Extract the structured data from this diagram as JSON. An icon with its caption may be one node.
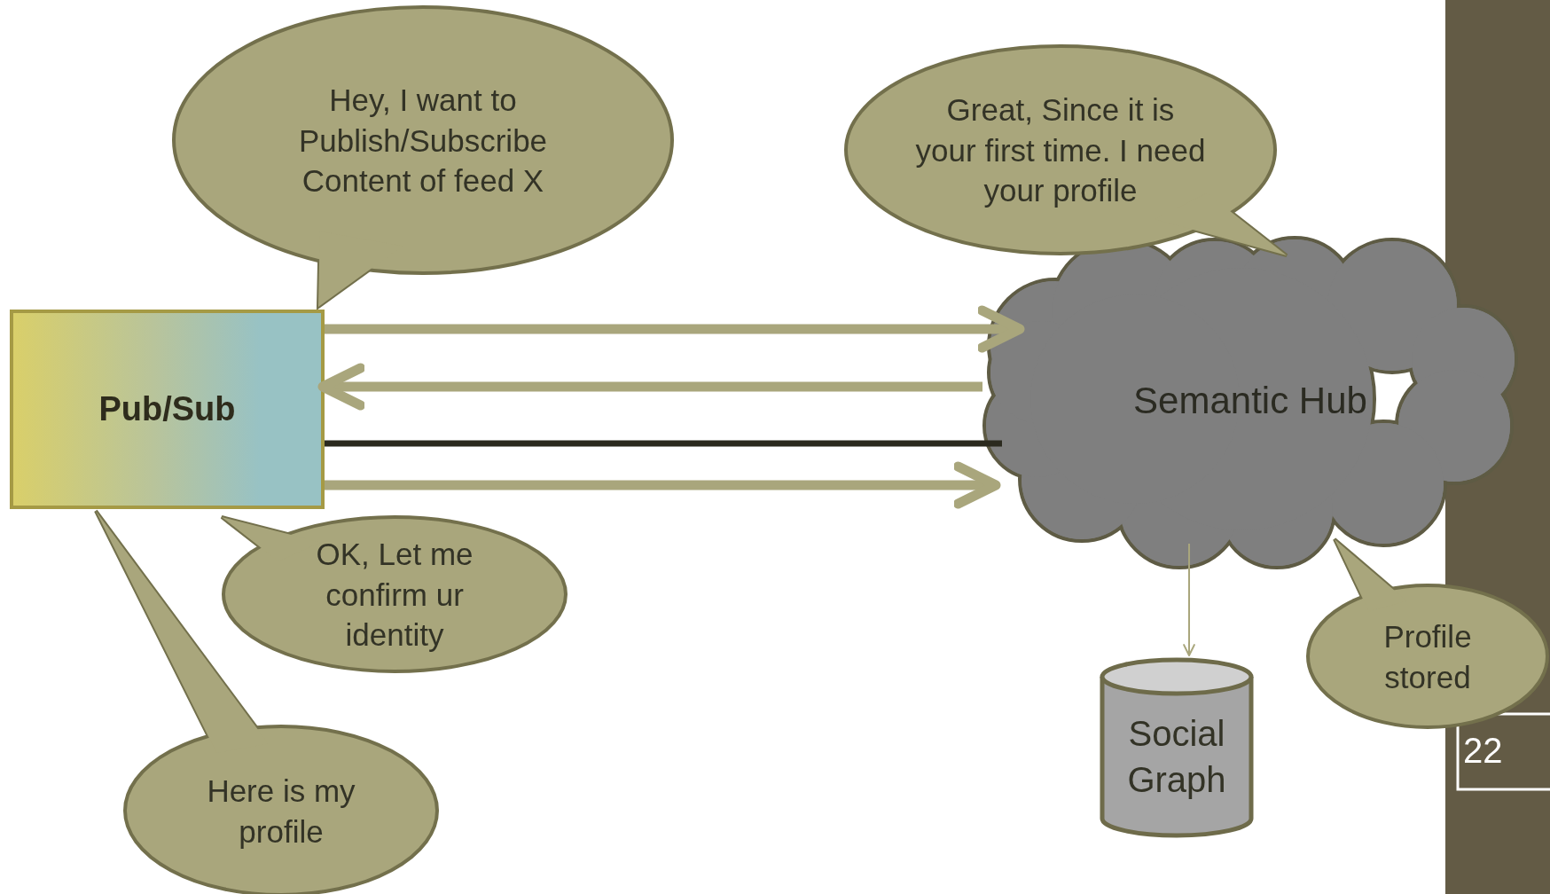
{
  "diagram": {
    "nodes": [
      {
        "text": [
          "Hey, I want to Publish/Subscribe Content of feed X"
        ]
      },
      {
        "text": [
          "Great, Since it is your first time. I need your profile"
        ]
      },
      {
        "text": [
          "Pub/Sub"
        ]
      },
      {
        "text": [
          "Semantic Hub"
        ]
      },
      {
        "text": [
          "OK, Let me confirm ur identity"
        ]
      },
      {
        "text": [
          "Social Graph"
        ]
      },
      {
        "text": [
          "Profile stored"
        ]
      },
      {
        "text": [
          "Here is my profile"
        ]
      }
    ],
    "edges": [
      {
        "from": 2,
        "to": 3,
        "arrow": "to"
      },
      {
        "from": 3,
        "to": 2,
        "arrow": "to"
      },
      {
        "from": 2,
        "to": 3,
        "arrow": "none",
        "color": "#2b2a1e"
      },
      {
        "from": 2,
        "to": 3,
        "arrow": "to"
      },
      {
        "from": 3,
        "to": 5,
        "arrow": "to"
      }
    ],
    "labels": [
      "22"
    ]
  }
}
